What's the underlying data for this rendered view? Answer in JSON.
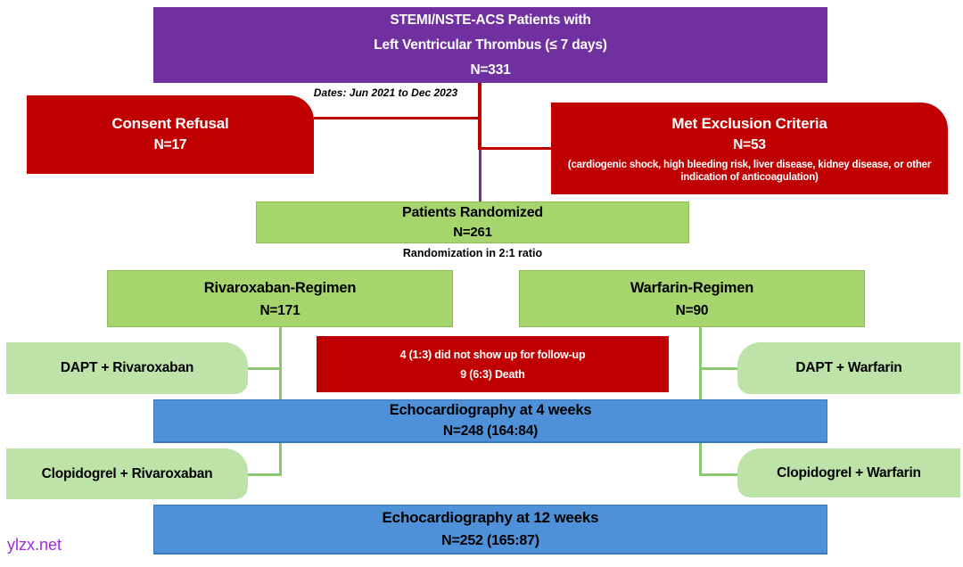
{
  "watermark": "ylzx.net",
  "colors": {
    "purple": "#7030A0",
    "red": "#C00000",
    "green": "#A6D56E",
    "light_green": "#BDE3A8",
    "blue": "#4E91D9",
    "connector_green": "#8CC870",
    "watermark_purple": "#A328E8"
  },
  "flow": {
    "population": {
      "line1": "STEMI/NSTE-ACS Patients with",
      "line2": "Left Ventricular Thrombus (≤ 7 days)",
      "line3": "N=331"
    },
    "dates_note": "Dates: Jun 2021 to Dec 2023",
    "consent_refusal": {
      "title": "Consent Refusal",
      "n": "N=17"
    },
    "exclusion": {
      "title": "Met Exclusion Criteria",
      "n": "N=53",
      "detail": "(cardiogenic shock, high bleeding risk, liver disease, kidney disease, or other indication of anticoagulation)"
    },
    "randomized": {
      "title": "Patients Randomized",
      "n": "N=261"
    },
    "randomization_note": "Randomization in 2:1 ratio",
    "rivaroxaban_arm": {
      "title": "Rivaroxaban-Regimen",
      "n": "N=171"
    },
    "warfarin_arm": {
      "title": "Warfarin-Regimen",
      "n": "N=90"
    },
    "dapt_rivaroxaban": {
      "label": "DAPT + Rivaroxaban"
    },
    "dropout": {
      "line1": "4 (1:3) did not show up for follow-up",
      "line2": "9 (6:3) Death"
    },
    "dapt_warfarin": {
      "label": "DAPT + Warfarin"
    },
    "echo_4_weeks": {
      "title": "Echocardiography at 4 weeks",
      "n": "N=248 (164:84)"
    },
    "clopidogrel_rivaroxaban": {
      "label": "Clopidogrel + Rivaroxaban"
    },
    "clopidogrel_warfarin": {
      "label": "Clopidogrel + Warfarin"
    },
    "echo_12_weeks": {
      "title": "Echocardiography at 12 weeks",
      "n": "N=252 (165:87)"
    }
  }
}
